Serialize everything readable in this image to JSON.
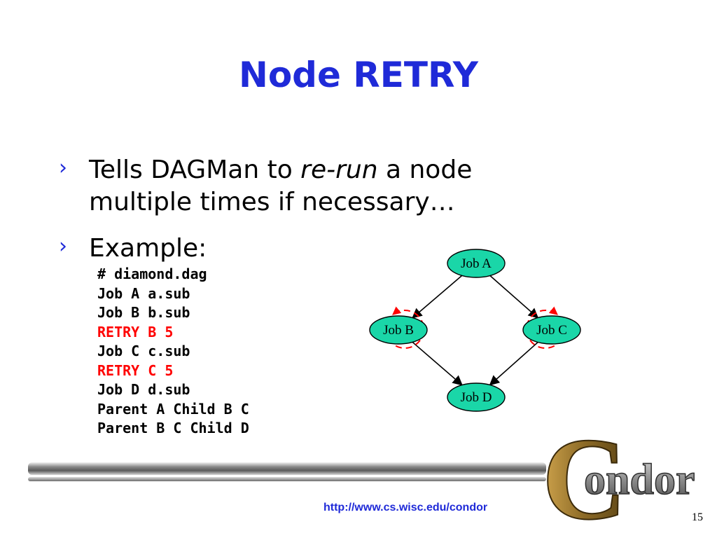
{
  "slide": {
    "title": "Node RETRY",
    "page_number": "15",
    "footer_url": "http://www.cs.wisc.edu/condor",
    "logo_text": "Condor"
  },
  "bullets": [
    {
      "marker": "›",
      "parts": {
        "before": "Tells DAGMan to ",
        "emphasis": "re-run",
        "after": " a node",
        "line2": "multiple times if necessary…"
      }
    },
    {
      "marker": "›",
      "text": "Example:"
    }
  ],
  "code_lines": [
    {
      "text": "# diamond.dag",
      "highlight": false
    },
    {
      "text": "Job A a.sub",
      "highlight": false
    },
    {
      "text": "Job B b.sub",
      "highlight": false
    },
    {
      "text": "RETRY B 5",
      "highlight": true
    },
    {
      "text": "Job C c.sub",
      "highlight": false
    },
    {
      "text": "RETRY C 5",
      "highlight": true
    },
    {
      "text": "Job D d.sub",
      "highlight": false
    },
    {
      "text": "Parent A Child B C",
      "highlight": false
    },
    {
      "text": "Parent B C Child D",
      "highlight": false
    }
  ],
  "diagram": {
    "nodes": [
      {
        "id": "A",
        "label": "Job A"
      },
      {
        "id": "B",
        "label": "Job B"
      },
      {
        "id": "C",
        "label": "Job C"
      },
      {
        "id": "D",
        "label": "Job D"
      }
    ],
    "edges": [
      {
        "from": "A",
        "to": "B"
      },
      {
        "from": "A",
        "to": "C"
      },
      {
        "from": "B",
        "to": "D"
      },
      {
        "from": "C",
        "to": "D"
      }
    ],
    "retry_loops": [
      "B",
      "C"
    ],
    "colors": {
      "node_fill": "#1ad6a8",
      "node_stroke": "#000000",
      "retry_loop": "#ff0000"
    }
  },
  "colors": {
    "title": "#1f2ad8",
    "bullet_marker": "#1f2ad8",
    "code_highlight": "#ff0000",
    "footer_url": "#1f2ad8"
  }
}
